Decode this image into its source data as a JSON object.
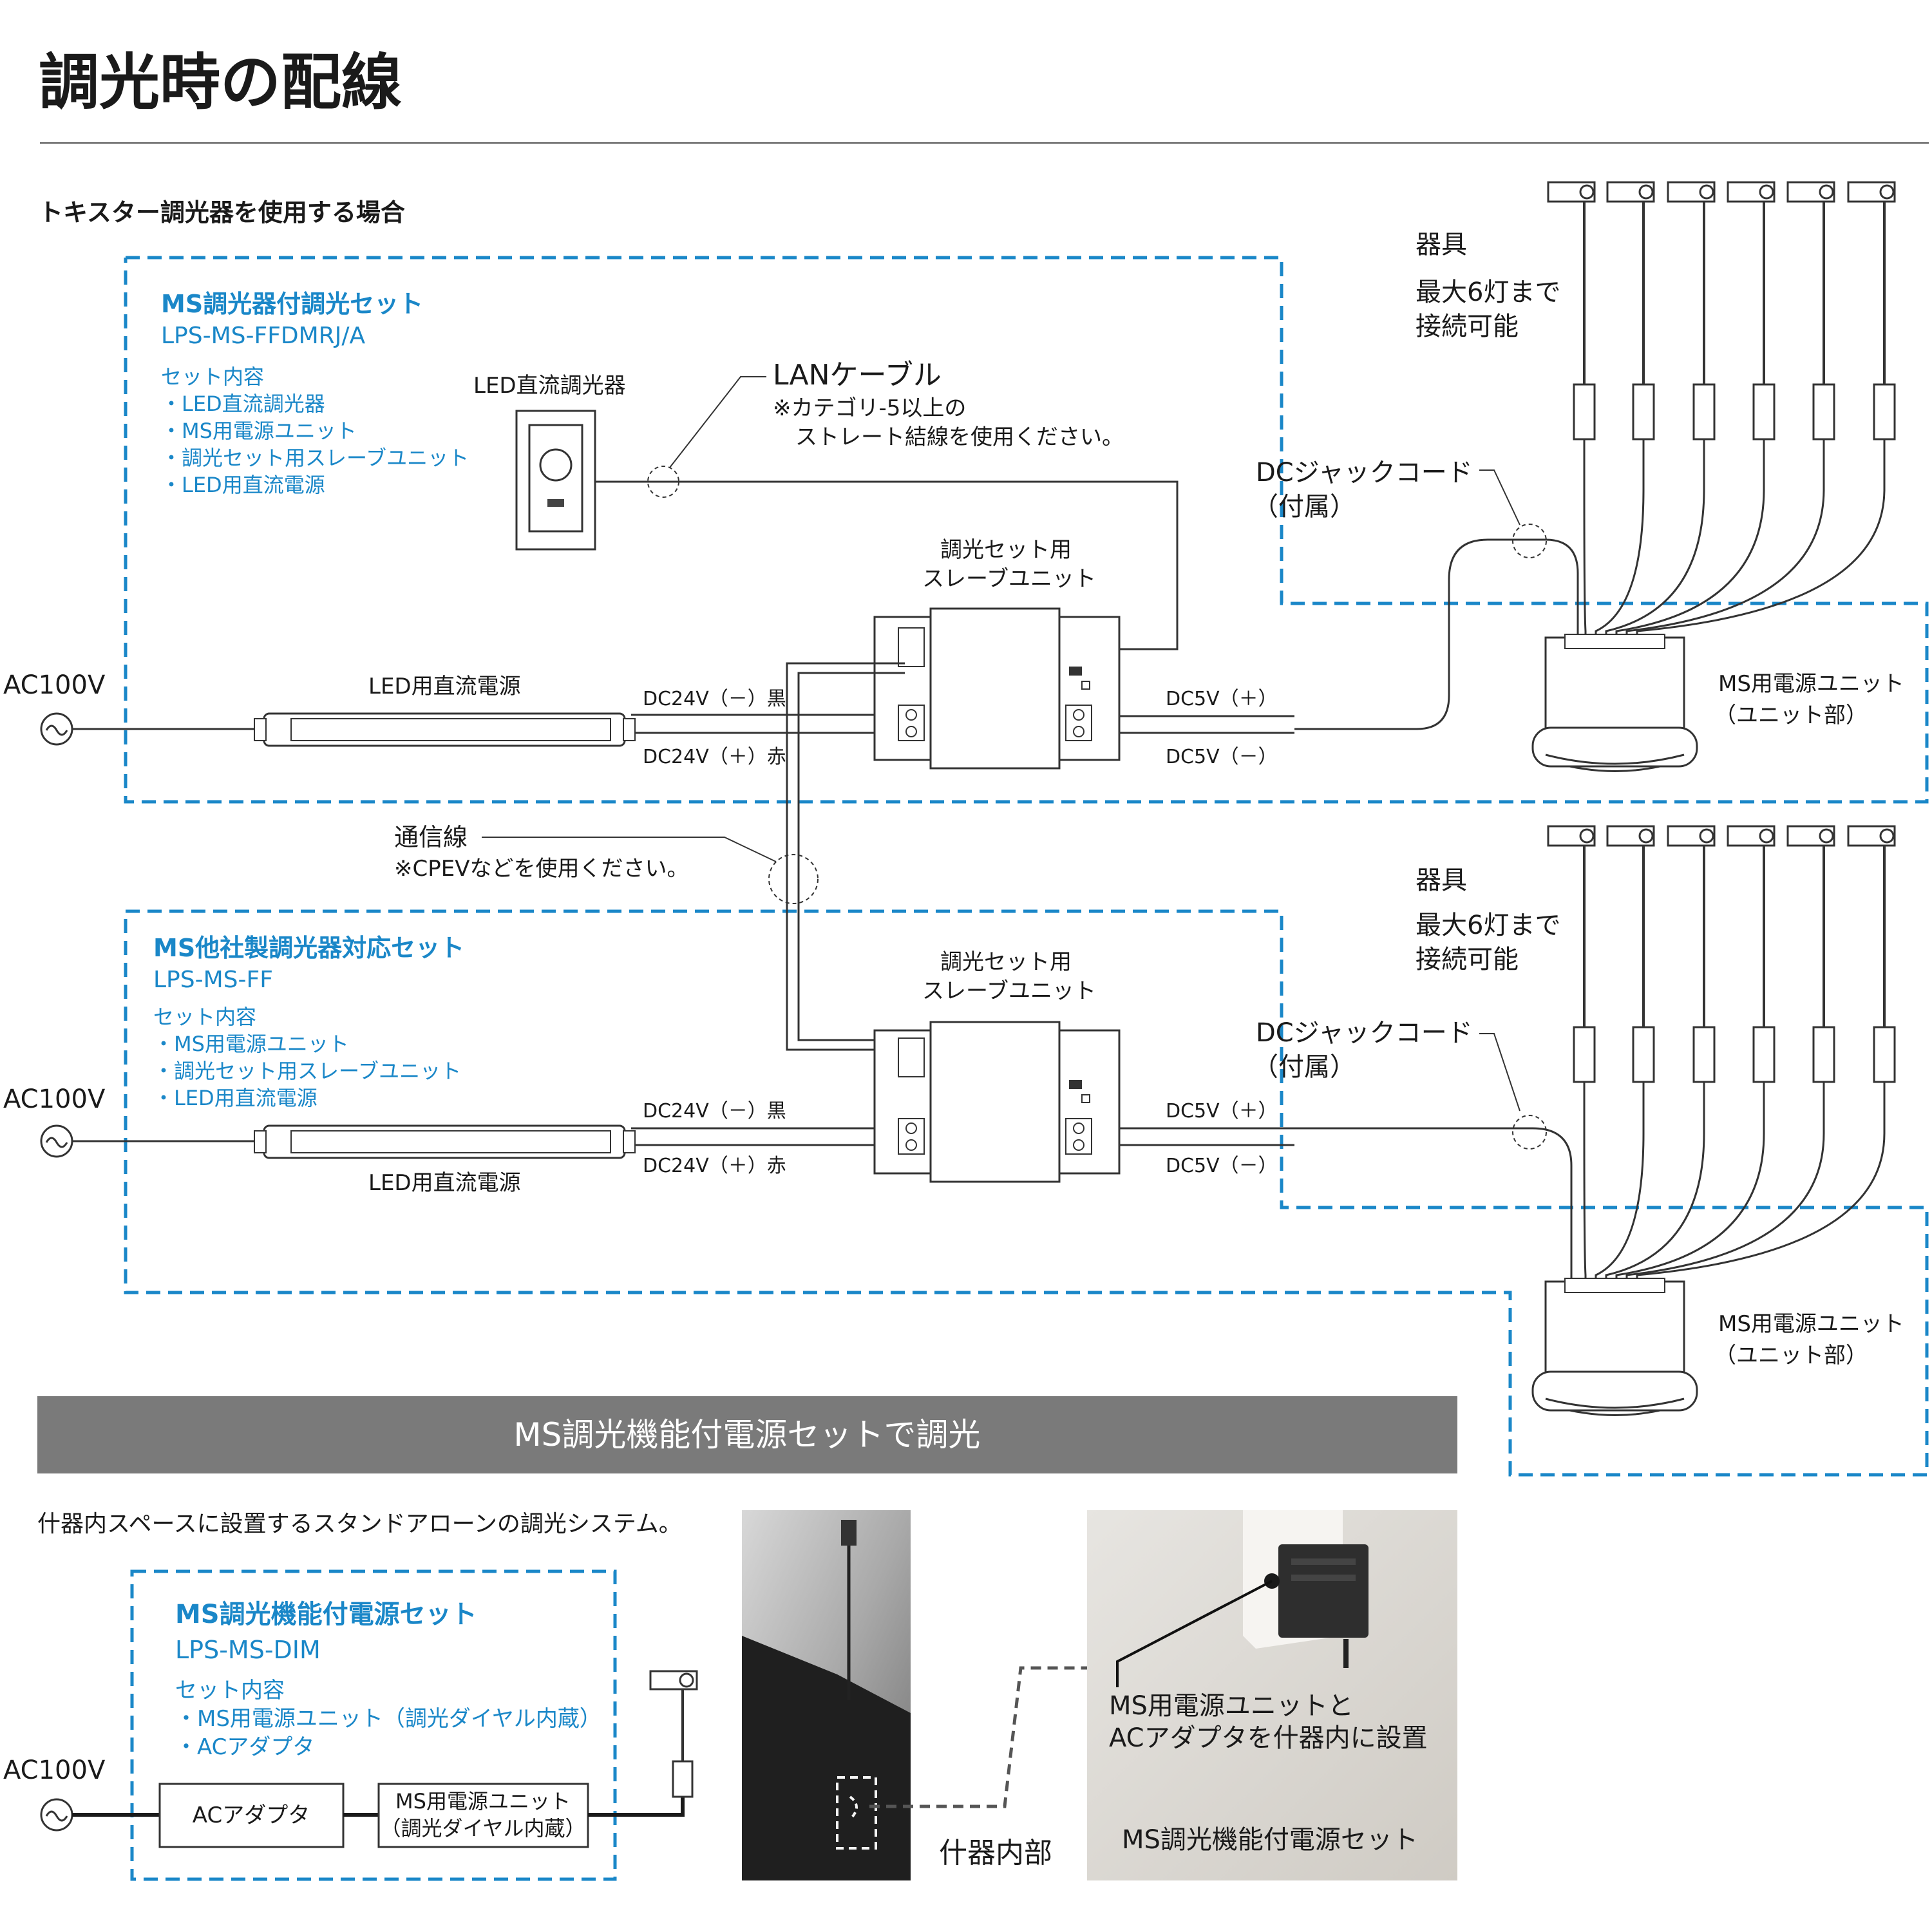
{
  "colors": {
    "accent_blue": "#1a87c8",
    "dark": "#1a1a1a",
    "banner_gray": "#7a7a7a"
  },
  "page": {
    "title": "調光時の配線"
  },
  "section1": {
    "heading": "トキスター調光器を使用する場合",
    "set1": {
      "name": "MS調光器付調光セット",
      "model": "LPS-MS-FFDMRJ/A",
      "contents_title": "セット内容",
      "contents": [
        "・LED直流調光器",
        "・MS用電源ユニット",
        "・調光セット用スレーブユニット",
        "・LED用直流電源"
      ]
    },
    "set2": {
      "name": "MS他社製調光器対応セット",
      "model": "LPS-MS-FF",
      "contents_title": "セット内容",
      "contents": [
        "・MS用電源ユニット",
        "・調光セット用スレーブユニット",
        "・LED用直流電源"
      ]
    },
    "labels": {
      "led_dimmer": "LED直流調光器",
      "lan_cable": "LANケーブル",
      "lan_note_1": "※カテゴリ-5以上の",
      "lan_note_2": "ストレート結線を使用ください。",
      "fixtures": "器具",
      "max_1": "最大6灯まで",
      "max_2": "接続可能",
      "dc_jack_1": "DCジャックコード",
      "dc_jack_2": "（付属）",
      "slave_1": "調光セット用",
      "slave_2": "スレーブユニット",
      "ac100v": "AC100V",
      "led_power": "LED用直流電源",
      "dc24_neg": "DC24V（－）黒",
      "dc24_pos": "DC24V（＋）赤",
      "dc5_pos": "DC5V（＋）",
      "dc5_neg": "DC5V（－）",
      "ms_unit_1": "MS用電源ユニット",
      "ms_unit_2": "（ユニット部）",
      "comm_line": "通信線",
      "comm_note": "※CPEVなどを使用ください。"
    }
  },
  "section2": {
    "banner": "MS調光機能付電源セットで調光",
    "description": "什器内スペースに設置するスタンドアローンの調光システム。",
    "set": {
      "name": "MS調光機能付電源セット",
      "model": "LPS-MS-DIM",
      "contents_title": "セット内容",
      "contents": [
        "・MS用電源ユニット（調光ダイヤル内蔵）",
        "・ACアダプタ"
      ]
    },
    "ac100v": "AC100V",
    "ac_adapter": "ACアダプタ",
    "ms_unit_1": "MS用電源ユニット",
    "ms_unit_2": "（調光ダイヤル内蔵）",
    "furniture_inside": "什器内部",
    "photo_caption_1": "MS用電源ユニットと",
    "photo_caption_2": "ACアダプタを什器内に設置",
    "photo_title": "MS調光機能付電源セット"
  }
}
